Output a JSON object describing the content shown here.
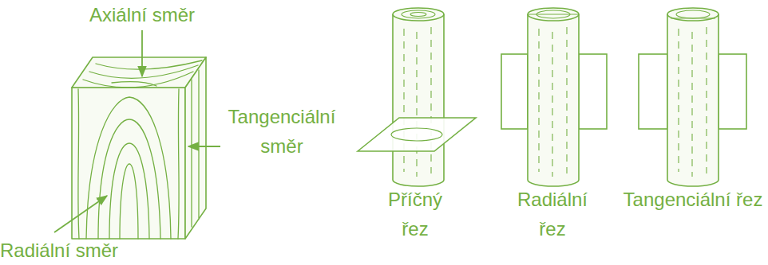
{
  "diagram": {
    "labels": [
      "Axiální směr",
      "Tangenciální směr",
      "Radiální směr",
      "Příčný řez",
      "Radiální řez",
      "Tangenciální řez"
    ]
  }
}
